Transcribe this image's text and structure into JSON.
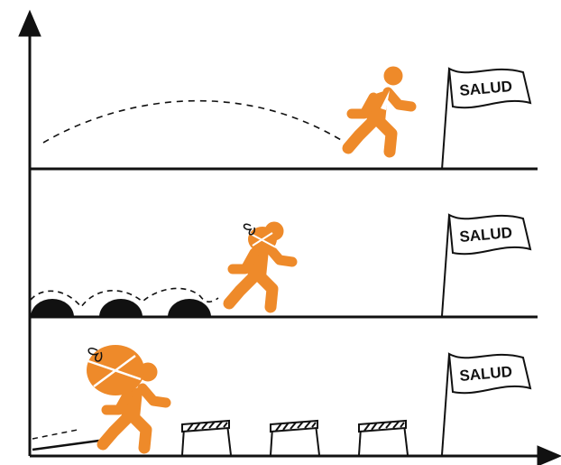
{
  "colors": {
    "runner": "#ee8a2a",
    "ink": "#111111",
    "background": "#ffffff"
  },
  "panels": [
    {
      "flag_label": "SALUD",
      "runner_load": "none",
      "obstacles": "none"
    },
    {
      "flag_label": "SALUD",
      "runner_load": "small-bundle",
      "obstacles": "three-mounds"
    },
    {
      "flag_label": "SALUD",
      "runner_load": "large-sack",
      "obstacles": "three-hurdles"
    }
  ],
  "icons": [
    "y-axis-arrow-icon",
    "x-axis-arrow-icon",
    "runner-icon",
    "flag-icon",
    "mound-icon",
    "hurdle-icon"
  ]
}
